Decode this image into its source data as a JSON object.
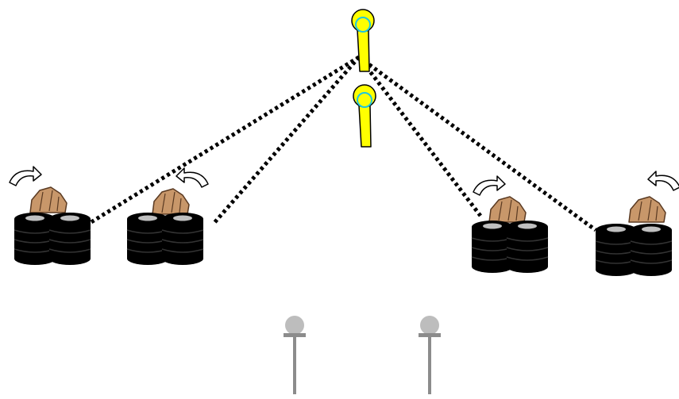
{
  "colors": {
    "background": "#ffffff",
    "microphone_body": "#ffff00",
    "microphone_ring": "#1fc6e0",
    "outline": "#000000",
    "rock_fill": "#c8976a",
    "rock_stroke": "#5a3a22",
    "tire_fill": "#000000",
    "tire_hub": "#c0c0c0",
    "arrow_fill": "#ffffff",
    "pin_head": "#bdbdbd",
    "pin_stem": "#8c8c8c",
    "signal_line": "#000000"
  },
  "icons": {
    "microphone": "microphone-icon",
    "rock": "rock-icon",
    "tire_stack": "tire-stack-icon",
    "rotate_arrow": "rotate-arrow-icon",
    "pin": "pin-marker-icon"
  },
  "scene": {
    "microphone_count": 2,
    "station_count": 4,
    "pin_count": 2,
    "line_style": "dotted"
  }
}
